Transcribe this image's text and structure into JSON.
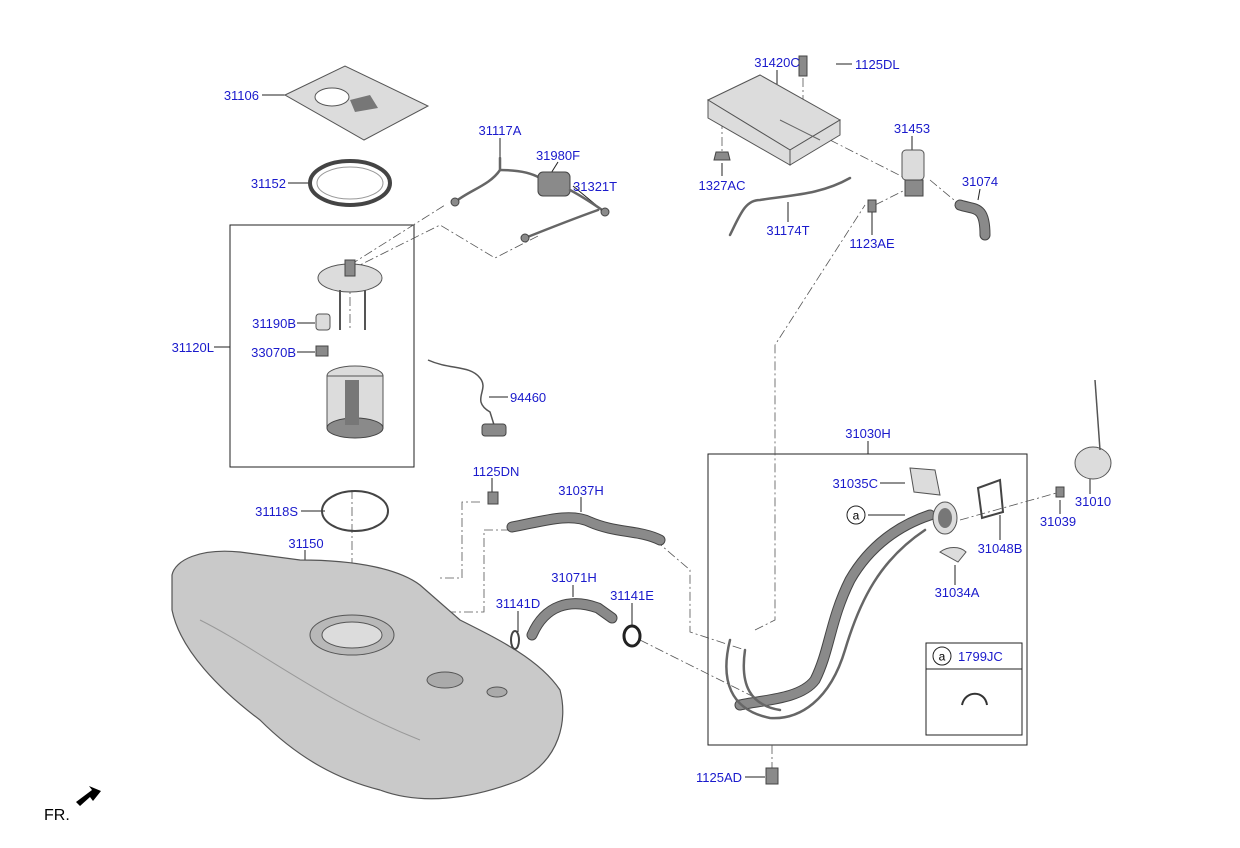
{
  "labels": {
    "p31106": "31106",
    "p31152": "31152",
    "p31117A": "31117A",
    "p31980F": "31980F",
    "p31321T": "31321T",
    "p31120L": "31120L",
    "p31190B": "31190B",
    "p33070B": "33070B",
    "p94460": "94460",
    "p31420C": "31420C",
    "p1125DL": "1125DL",
    "p31453": "31453",
    "p1327AC": "1327AC",
    "p31074": "31074",
    "p31174T": "31174T",
    "p1123AE": "1123AE",
    "p31030H": "31030H",
    "p31035C": "31035C",
    "p31010": "31010",
    "p31039": "31039",
    "p31048B": "31048B",
    "p31034A": "31034A",
    "p1799JC": "1799JC",
    "p1125DN": "1125DN",
    "p31037H": "31037H",
    "p31118S": "31118S",
    "p31150": "31150",
    "p31071H": "31071H",
    "p31141D": "31141D",
    "p31141E": "31141E",
    "p1125AD": "1125AD"
  },
  "callout": {
    "marker": "a"
  },
  "orientation": {
    "label": "FR."
  }
}
